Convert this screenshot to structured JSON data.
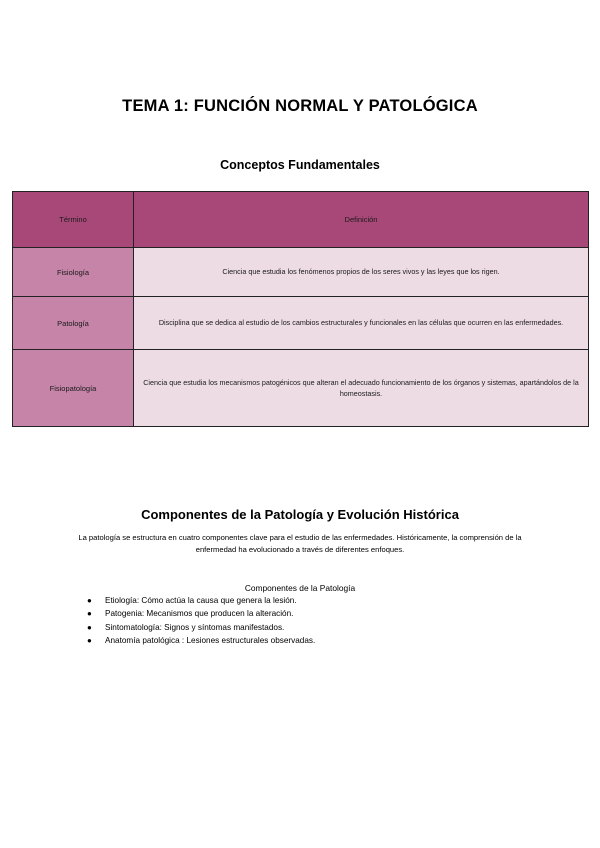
{
  "document": {
    "title": "TEMA 1: FUNCIÓN NORMAL Y PATOLÓGICA",
    "section_heading": "Conceptos Fundamentales"
  },
  "colors": {
    "table_header_bg": "#a84878",
    "term_cell_bg": "#c584a8",
    "definition_cell_bg": "#eddce4",
    "border": "#222222",
    "page_bg": "#ffffff",
    "text": "#000000"
  },
  "table": {
    "headers": [
      "Término",
      "Definición"
    ],
    "rows": [
      {
        "term": "Fisiología",
        "definition": "Ciencia que estudia los fenómenos propios de los seres vivos y las leyes que los rigen."
      },
      {
        "term": "Patología",
        "definition": "Disciplina que se dedica al estudio de los cambios estructurales y funcionales en las células que ocurren en las enfermedades."
      },
      {
        "term": "Fisiopatología",
        "definition": "Ciencia que estudia los mecanismos patogénicos que alteran el adecuado funcionamiento de los órganos y sistemas, apartándolos de la homeostasis."
      }
    ]
  },
  "components_section": {
    "heading": "Componentes de la Patología y Evolución Histórica",
    "paragraph": "La patología se estructura en cuatro componentes clave para el estudio de las enfermedades. Históricamente, la comprensión de la enfermedad ha evolucionado a través de diferentes enfoques.",
    "list_heading": "Componentes de la Patología",
    "bullet_marker": "●",
    "items": [
      "Etiología: Cómo actúa la causa que genera la lesión.",
      "Patogenia: Mecanismos que producen la alteración.",
      "Sintomatología: Signos y síntomas manifestados.",
      "Anatomía patológica : Lesiones estructurales observadas."
    ]
  }
}
